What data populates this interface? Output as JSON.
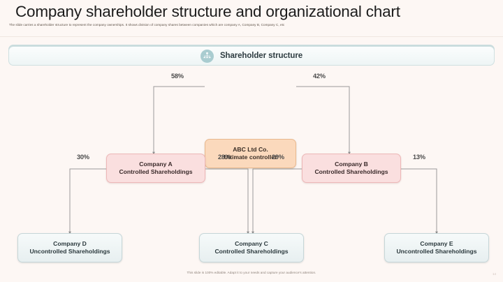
{
  "slide": {
    "title": "Company shareholder structure and organizational chart",
    "subtitle": "The slide carries a shareholder structure to represent the company ownerships. It shows division of company shares between companies which are company A, Company B, Company C, etc",
    "footer_note": "This slide is 100% editable. Adapt it to your needs and capture your audience's attention.",
    "page_number": "14"
  },
  "banner": {
    "label": "Shareholder structure",
    "icon": "organization-people-icon"
  },
  "chart_data": {
    "type": "diagram",
    "title": "Shareholder structure",
    "nodes": [
      {
        "id": "root",
        "line1": "ABC Ltd Co.",
        "line2": "Ultimate controller",
        "level": 0,
        "style": "root"
      },
      {
        "id": "companyA",
        "line1": "Company A",
        "line2": "Controlled Shareholdings",
        "level": 1,
        "style": "mid"
      },
      {
        "id": "companyB",
        "line1": "Company B",
        "line2": "Controlled Shareholdings",
        "level": 1,
        "style": "mid"
      },
      {
        "id": "companyD",
        "line1": "Company D",
        "line2": "Uncontrolled Shareholdings",
        "level": 2,
        "style": "leaf"
      },
      {
        "id": "companyC",
        "line1": "Company C",
        "line2": "Controlled Shareholdings",
        "level": 2,
        "style": "leaf"
      },
      {
        "id": "companyE",
        "line1": "Company E",
        "line2": "Uncontrolled Shareholdings",
        "level": 2,
        "style": "leaf"
      }
    ],
    "edges": [
      {
        "from": "root",
        "to": "companyA",
        "label": "58%"
      },
      {
        "from": "root",
        "to": "companyB",
        "label": "42%"
      },
      {
        "from": "companyA",
        "to": "companyD",
        "label": "30%"
      },
      {
        "from": "companyA",
        "to": "companyC",
        "label": "28%"
      },
      {
        "from": "companyB",
        "to": "companyC",
        "label": "29%"
      },
      {
        "from": "companyB",
        "to": "companyE",
        "label": "13%"
      }
    ],
    "colors": {
      "root_fill": "#fbd9bc",
      "root_border": "#e9b98f",
      "mid_fill": "#fadfdf",
      "mid_border": "#edb7b7",
      "leaf_fill": "#eff5f6",
      "leaf_border": "#c6d6d8",
      "connector": "#9a9a9a",
      "banner_accent": "#a9ccd0",
      "background": "#fdf7f4"
    }
  }
}
